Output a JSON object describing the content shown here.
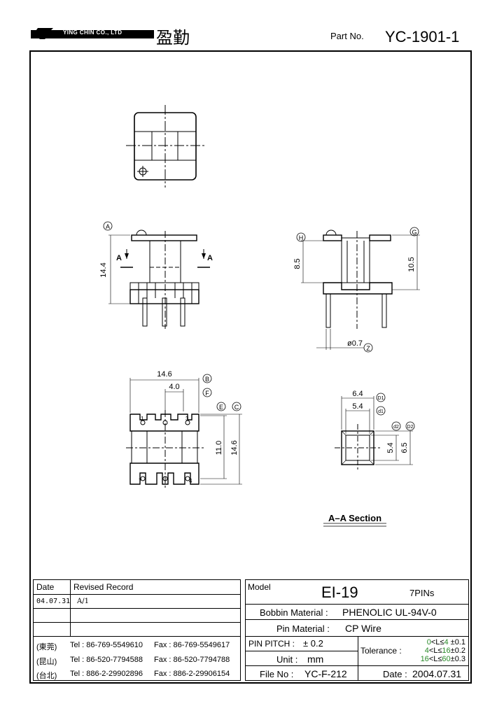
{
  "header": {
    "company": "YING CHIN CO., LTD",
    "company_cn": "盈勤",
    "part_no_label": "Part No.",
    "part_no": "YC-1901-1"
  },
  "drawing": {
    "dims": {
      "d_14_4": "14.4",
      "d_8_5": "8.5",
      "d_10_5": "10.5",
      "d_pin": "ø0.7",
      "d_14_6_top": "14.6",
      "d_4_0": "4.0",
      "d_11_0": "11.0",
      "d_14_6_side": "14.6",
      "d_6_4": "6.4",
      "d_5_4_top": "5.4",
      "d_5_4_side": "5.4",
      "d_6_5": "6.5"
    },
    "markers": {
      "A": "A",
      "B": "B",
      "C": "C",
      "D1": "D1",
      "D2": "D2",
      "E": "E",
      "F": "F",
      "G": "G",
      "H": "H",
      "Z": "Z",
      "d1": "d1",
      "d2": "d2"
    },
    "section_label_a": "A",
    "section_title": "A–A Section",
    "pin_numbers": [
      "1",
      "3",
      "7",
      "4"
    ]
  },
  "revision_table": {
    "header_date": "Date",
    "header_record": "Revised Record",
    "rows": [
      {
        "date": "04.07.31",
        "record": "A/1"
      },
      {
        "date": "",
        "record": ""
      },
      {
        "date": "",
        "record": ""
      }
    ]
  },
  "contacts": [
    {
      "place": "(東莞)",
      "tel": "Tel : 86-769-5549610",
      "fax": "Fax : 86-769-5549617"
    },
    {
      "place": "(昆山)",
      "tel": "Tel : 86-520-7794588",
      "fax": "Fax : 86-520-7794788"
    },
    {
      "place": "(台北)",
      "tel": "Tel : 886-2-29902896",
      "fax": "Fax : 886-2-29906154"
    }
  ],
  "spec_table": {
    "model_label": "Model",
    "model": "EI-19",
    "pins": "7PINs",
    "bobbin_label": "Bobbin  Material :",
    "bobbin_value": "PHENOLIC UL-94V-0",
    "pin_label": "Pin  Material :",
    "pin_value": "CP Wire",
    "pitch_label": "PIN  PITCH :",
    "pitch_value": "± 0.2",
    "unit_label": "Unit :",
    "unit_value": "mm",
    "file_label": "File  No :",
    "file_value": "YC-F-212",
    "tolerance_label": "Tolerance :",
    "tolerance_lines": [
      {
        "low": "0",
        "high": "4",
        "tol": "±0.1"
      },
      {
        "low": "4",
        "high": "16",
        "tol": "±0.2"
      },
      {
        "low": "16",
        "high": "60",
        "tol": "±0.3"
      }
    ],
    "date_label": "Date :",
    "date_value": "2004.07.31"
  },
  "colors": {
    "ink": "#000000",
    "tolerance_green": "#2a8a2a"
  }
}
